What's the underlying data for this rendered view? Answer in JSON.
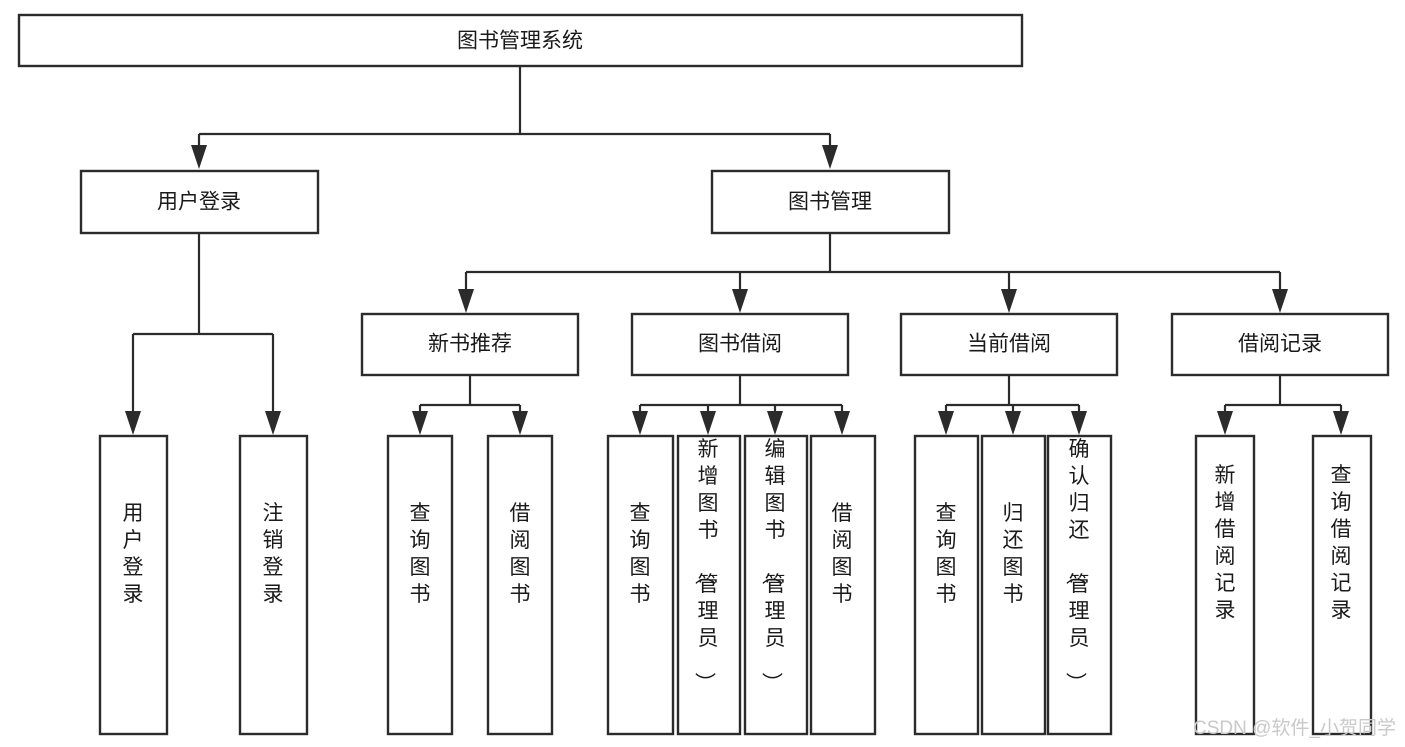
{
  "diagram": {
    "title": "图书管理系统",
    "type": "tree-hierarchy-diagram",
    "root": {
      "id": "root",
      "label": "图书管理系统"
    },
    "level2": [
      {
        "id": "user-login",
        "label": "用户登录"
      },
      {
        "id": "book-management",
        "label": "图书管理"
      }
    ],
    "level3": [
      {
        "id": "new-book-recommend",
        "label": "新书推荐",
        "parent": "book-management"
      },
      {
        "id": "book-borrow",
        "label": "图书借阅",
        "parent": "book-management"
      },
      {
        "id": "current-borrow",
        "label": "当前借阅",
        "parent": "book-management"
      },
      {
        "id": "borrow-record",
        "label": "借阅记录",
        "parent": "book-management"
      }
    ],
    "leaves": [
      {
        "id": "leaf-user-login",
        "label": "用户登录",
        "parent": "user-login"
      },
      {
        "id": "leaf-logout-login",
        "label": "注销登录",
        "parent": "user-login"
      },
      {
        "id": "leaf-query-book-1",
        "label": "查询图书",
        "parent": "new-book-recommend"
      },
      {
        "id": "leaf-borrow-book-1",
        "label": "借阅图书",
        "parent": "new-book-recommend"
      },
      {
        "id": "leaf-query-book-2",
        "label": "查询图书",
        "parent": "book-borrow"
      },
      {
        "id": "leaf-add-book",
        "label": "新增图书（管理员）",
        "parent": "book-borrow"
      },
      {
        "id": "leaf-edit-book",
        "label": "编辑图书（管理员）",
        "parent": "book-borrow"
      },
      {
        "id": "leaf-borrow-book-2",
        "label": "借阅图书",
        "parent": "book-borrow"
      },
      {
        "id": "leaf-query-book-3",
        "label": "查询图书",
        "parent": "current-borrow"
      },
      {
        "id": "leaf-return-book",
        "label": "归还图书",
        "parent": "current-borrow"
      },
      {
        "id": "leaf-confirm-return",
        "label": "确认归还（管理员）",
        "parent": "current-borrow"
      },
      {
        "id": "leaf-add-record",
        "label": "新增借阅记录",
        "parent": "borrow-record"
      },
      {
        "id": "leaf-query-record",
        "label": "查询借阅记录",
        "parent": "borrow-record"
      }
    ],
    "colors": {
      "box_stroke": "#2b2b2b",
      "box_fill": "#ffffff",
      "text": "#1a1a1a",
      "connector": "#2b2b2b",
      "background": "#ffffff",
      "watermark": "#c9c9c9"
    }
  },
  "watermark": {
    "text": "CSDN @软件_小贺同学"
  }
}
